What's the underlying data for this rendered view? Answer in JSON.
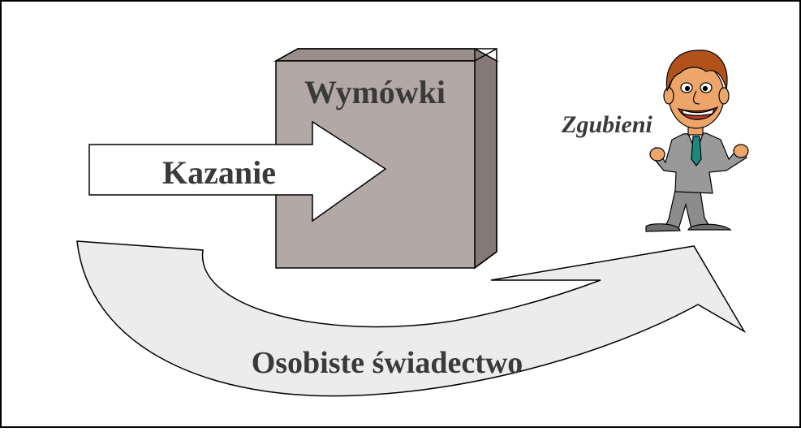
{
  "diagram": {
    "wall_label": "Wymówki",
    "arrow_label": "Kazanie",
    "curve_label": "Osobiste świadectwo",
    "person_label": "Zgubieni"
  },
  "colors": {
    "wall_front": "#b2a9a6",
    "wall_top": "#9b8f8c",
    "wall_side": "#857977",
    "curve_fill": "#ececec",
    "text": "#3a3a3a",
    "suit": "#8c8c8c",
    "skin": "#eda56a",
    "hair": "#b0521a",
    "tie": "#1a8a80"
  }
}
